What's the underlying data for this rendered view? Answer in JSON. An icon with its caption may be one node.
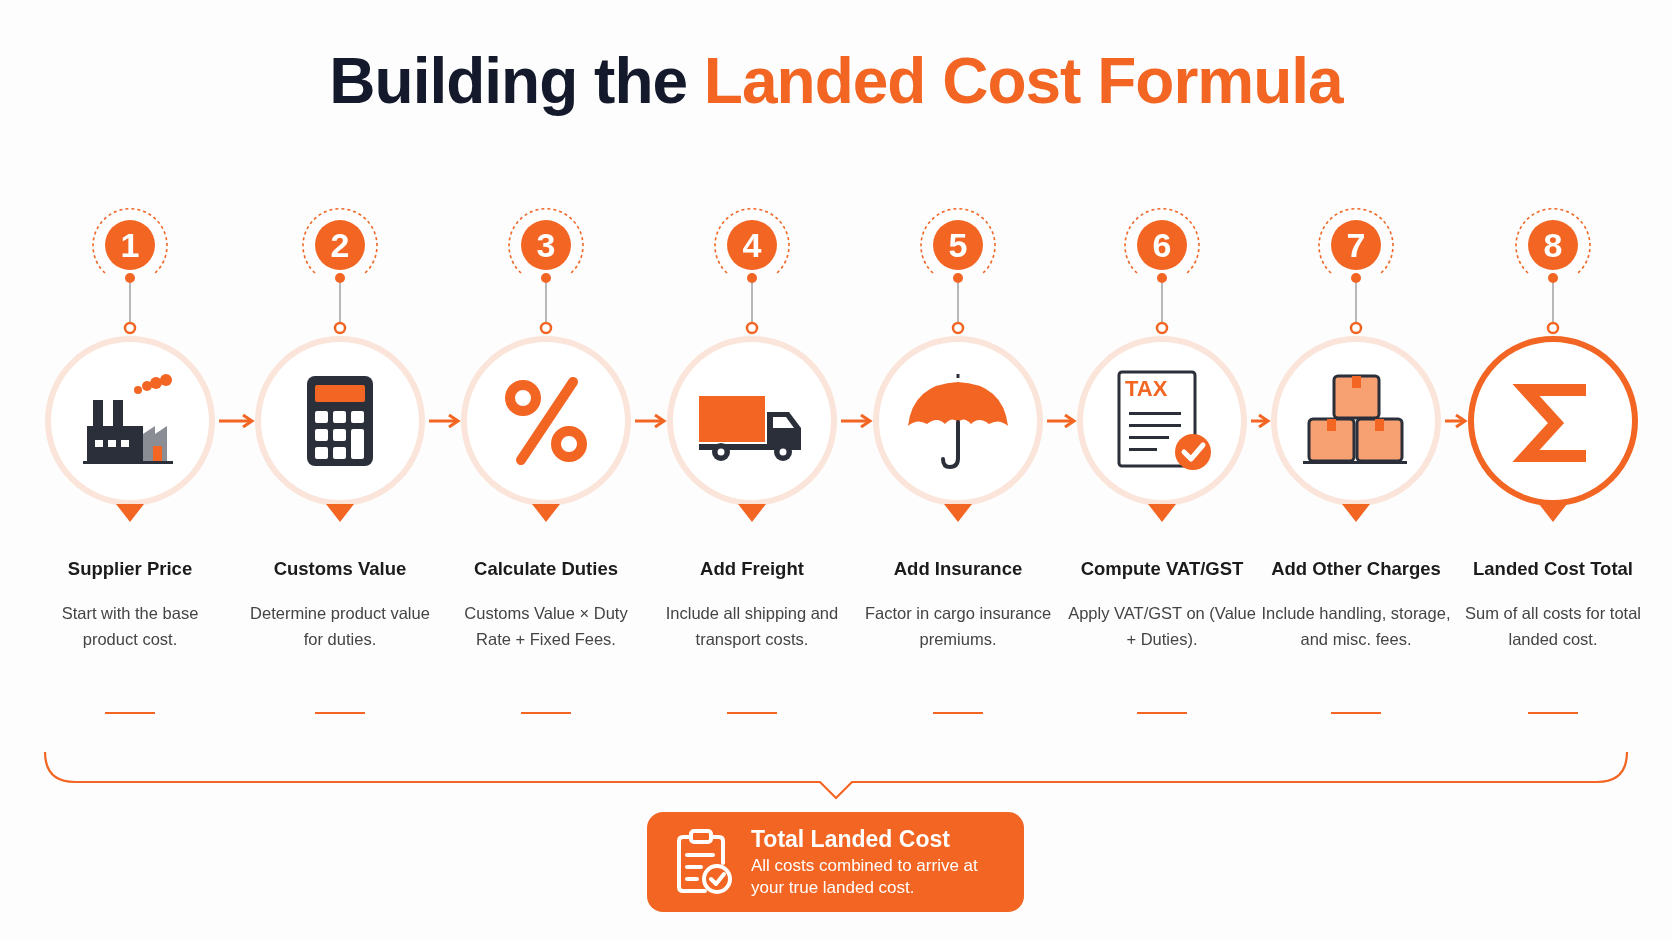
{
  "diagram": {
    "title": "Building the **Landed Cost Formula**",
    "nodes": [
      {
        "text": [
          "1"
        ]
      },
      {
        "text": [
          "2"
        ]
      },
      {
        "text": [
          "3"
        ]
      },
      {
        "text": [
          "4"
        ]
      },
      {
        "text": [
          "5"
        ]
      },
      {
        "text": [
          "6"
        ]
      },
      {
        "text": [
          "7"
        ]
      },
      {
        "text": [
          "8"
        ]
      },
      {
        "text": [
          "Supplier Price"
        ]
      },
      {
        "text": [
          "Customs Value"
        ]
      },
      {
        "text": [
          "Calculate Duties"
        ]
      },
      {
        "text": [
          "Add Freight"
        ]
      },
      {
        "text": [
          "Add Insurance"
        ]
      },
      {
        "text": [
          "Compute VAT/GST"
        ]
      },
      {
        "text": [
          "Add Other Charges"
        ]
      },
      {
        "text": [
          "Landed Cost Total"
        ]
      },
      {
        "text": [
          "Total Landed Cost",
          "All costs combined to arrive at your true landed cost."
        ]
      }
    ],
    "edges": [
      {
        "from": 0,
        "to": 8,
        "arrow": "other"
      },
      {
        "from": 1,
        "to": 9,
        "arrow": "other"
      },
      {
        "from": 2,
        "to": 10,
        "arrow": "other"
      },
      {
        "from": 3,
        "to": 11,
        "arrow": "other"
      },
      {
        "from": 4,
        "to": 12,
        "arrow": "other"
      },
      {
        "from": 5,
        "to": 13,
        "arrow": "other"
      },
      {
        "from": 6,
        "to": 14,
        "arrow": "other"
      },
      {
        "from": 7,
        "to": 15,
        "arrow": "other"
      },
      {
        "from": 8,
        "to": 9,
        "arrow": "to",
        "color": "#f26522"
      },
      {
        "from": 9,
        "to": 10,
        "arrow": "to",
        "color": "#f26522"
      },
      {
        "from": 10,
        "to": 11,
        "arrow": "to",
        "color": "#f26522"
      },
      {
        "from": 11,
        "to": 12,
        "arrow": "to",
        "color": "#f26522"
      },
      {
        "from": 12,
        "to": 13,
        "arrow": "to",
        "color": "#f26522"
      },
      {
        "from": 13,
        "to": 14,
        "arrow": "to",
        "color": "#f26522"
      },
      {
        "from": 14,
        "to": 15,
        "arrow": "to",
        "color": "#f26522"
      }
    ],
    "labels": [
      "TAX",
      "Start with the base product cost.",
      "Determine product value for duties.",
      "Customs Value × Duty Rate + Fixed Fees.",
      "Include all shipping and transport costs.",
      "Factor in cargo insurance premiums.",
      "Apply VAT/GST on (Value + Duties).",
      "Include handling, storage, and misc. fees.",
      "Sum of all costs for total landed cost."
    ]
  }
}
